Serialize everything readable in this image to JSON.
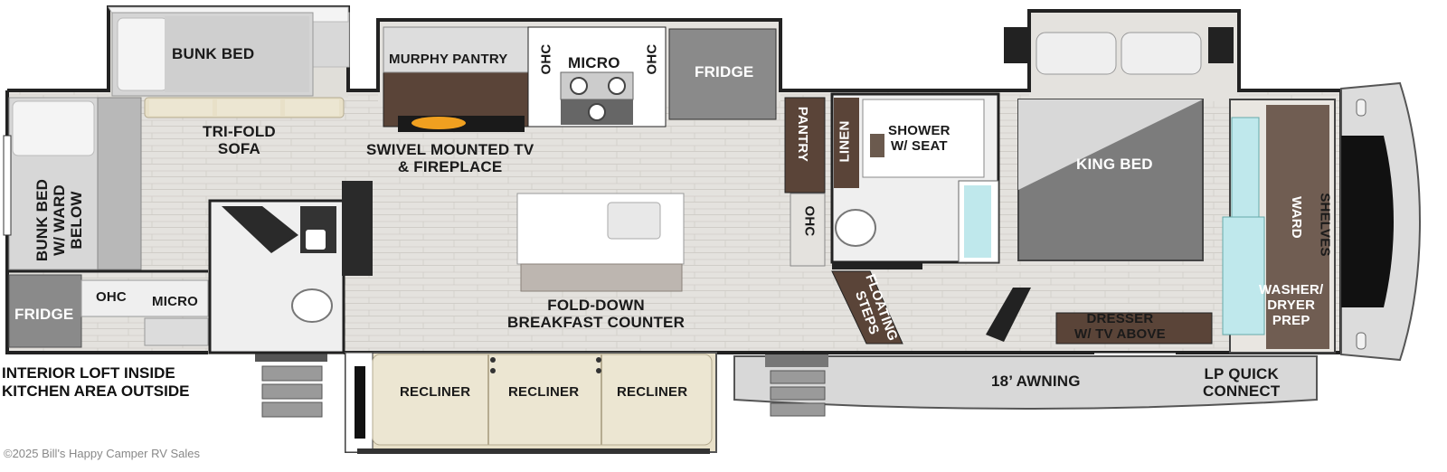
{
  "labels": {
    "bunk_bed_top": "BUNK BED",
    "tri_fold_sofa_1": "TRI-FOLD",
    "tri_fold_sofa_2": "SOFA",
    "bunk_bed_left_1": "BUNK BED",
    "bunk_bed_left_2": "W/ WARD",
    "bunk_bed_left_3": "BELOW",
    "loft_fridge": "FRIDGE",
    "loft_ohc": "OHC",
    "loft_micro": "MICRO",
    "murphy_pantry": "MURPHY PANTRY",
    "ohc_left": "OHC",
    "micro": "MICRO",
    "ohc_right": "OHC",
    "fridge": "FRIDGE",
    "tv_fireplace_1": "SWIVEL MOUNTED TV",
    "tv_fireplace_2": "& FIREPLACE",
    "breakfast_1": "FOLD-DOWN",
    "breakfast_2": "BREAKFAST COUNTER",
    "recliner_1": "RECLINER",
    "recliner_2": "RECLINER",
    "recliner_3": "RECLINER",
    "pantry": "PANTRY",
    "ohc_pantry": "OHC",
    "linen": "LINEN",
    "shower_1": "SHOWER",
    "shower_2": "W/ SEAT",
    "floating_1": "FLOATING",
    "floating_2": "STEPS",
    "king_bed": "KING BED",
    "dresser_1": "DRESSER",
    "dresser_2": "W/ TV ABOVE",
    "ward": "WARD",
    "shelves": "SHELVES",
    "washer_1": "WASHER/",
    "washer_2": "DRYER",
    "washer_3": "PREP",
    "awning": "18’ AWNING",
    "lp_1": "LP QUICK",
    "lp_2": "CONNECT"
  },
  "caption": {
    "line1": "INTERIOR LOFT INSIDE",
    "line2": "KITCHEN AREA OUTSIDE"
  },
  "copyright": "©2025 Bill's Happy Camper RV Sales",
  "colors": {
    "floor": "#e2e0dc",
    "wall": "#222222",
    "cabinet_dark": "#5a4438",
    "appliance_gray": "#8a8a8a",
    "bed_gray": "#7c7c7c",
    "sofa_tan": "#e8e0c8",
    "glass_blue": "#bfe8ec",
    "fireplace": "#f0a020"
  }
}
